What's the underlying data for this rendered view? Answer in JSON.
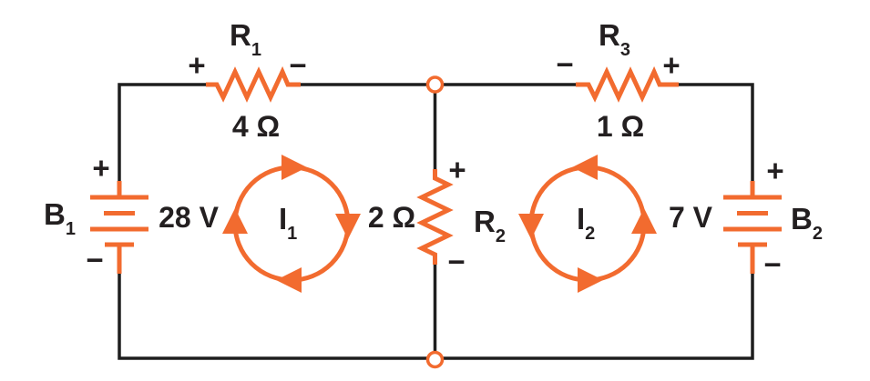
{
  "colors": {
    "accent_orange": "#F26B2F",
    "wire_black": "#1E1E1E",
    "text_black": "#231F20",
    "background": "#FFFFFF"
  },
  "batteries": {
    "b1": {
      "name": "B",
      "sub": "1",
      "voltage": "28 V",
      "top_sign": "+",
      "bottom_sign": "−"
    },
    "b2": {
      "name": "B",
      "sub": "2",
      "voltage": "7 V",
      "top_sign": "+",
      "bottom_sign": "−"
    }
  },
  "resistors": {
    "r1": {
      "name": "R",
      "sub": "1",
      "resistance": "4 Ω",
      "left_sign": "+",
      "right_sign": "−"
    },
    "r2": {
      "name": "R",
      "sub": "2",
      "resistance": "2 Ω",
      "top_sign": "+",
      "bottom_sign": "−"
    },
    "r3": {
      "name": "R",
      "sub": "3",
      "resistance": "1 Ω",
      "left_sign": "−",
      "right_sign": "+"
    }
  },
  "mesh_currents": {
    "i1": {
      "name": "I",
      "sub": "1",
      "direction": "clockwise"
    },
    "i2": {
      "name": "I",
      "sub": "2",
      "direction": "counterclockwise"
    }
  }
}
